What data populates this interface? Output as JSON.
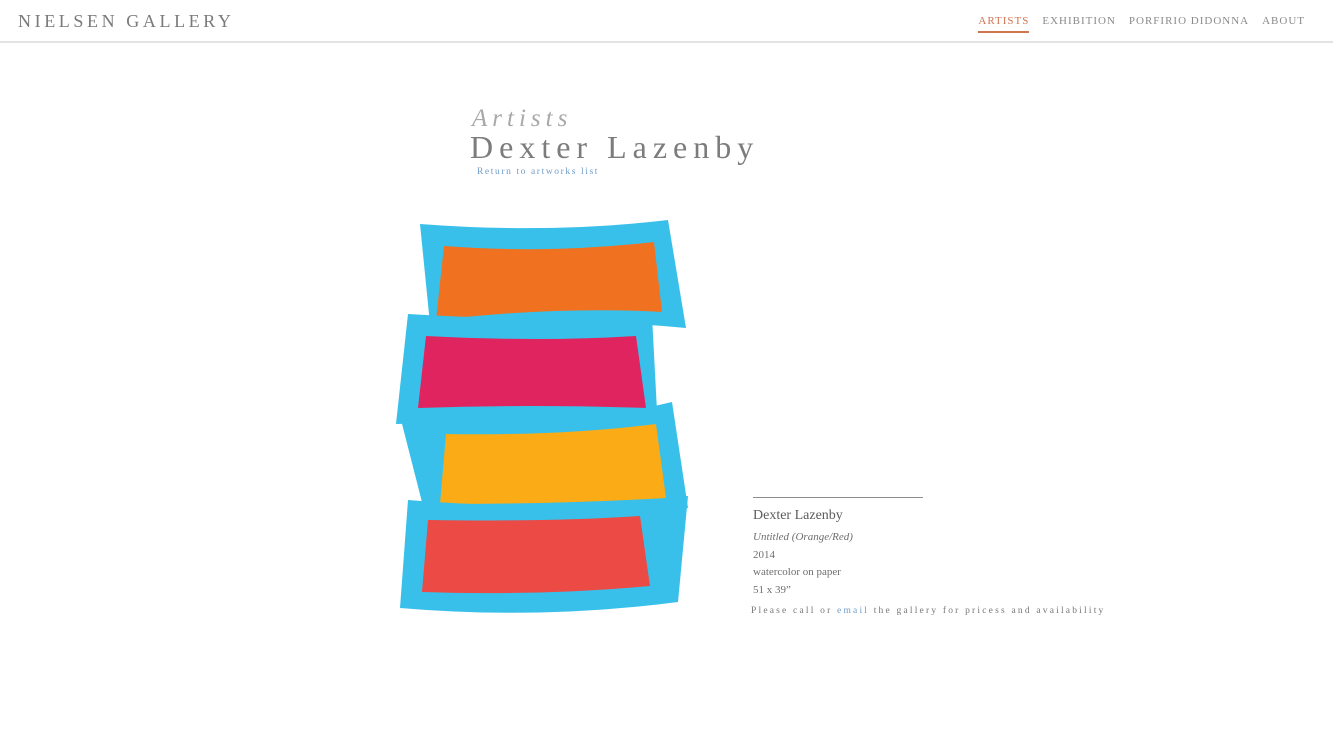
{
  "header": {
    "brand": "NIELSEN GALLERY",
    "nav": [
      {
        "label": "ARTISTS",
        "active": true
      },
      {
        "label": "EXHIBITION",
        "active": false
      },
      {
        "label": "PORFIRIO DIDONNA",
        "active": false
      },
      {
        "label": "ABOUT",
        "active": false
      }
    ],
    "accent_color": "#d0744f"
  },
  "page": {
    "section_label": "Artists",
    "artist_name": "Dexter Lazenby",
    "return_link": "Return to artworks list"
  },
  "artwork": {
    "description": "Four stacked curved bands (orange, magenta, yellow-orange, red) framed in cyan blue",
    "colors": {
      "frame": "#38c0ea",
      "band1": "#f07220",
      "band2": "#df2460",
      "band3": "#fbab16",
      "band4": "#ec4a44"
    }
  },
  "details": {
    "artist": "Dexter Lazenby",
    "title": "Untitled (Orange/Red)",
    "year": "2014",
    "medium": "watercolor on paper",
    "dimensions": "51 x 39”",
    "note_before": "Please call or ",
    "note_link": "email",
    "note_after": " the gallery for pricess and availability"
  }
}
